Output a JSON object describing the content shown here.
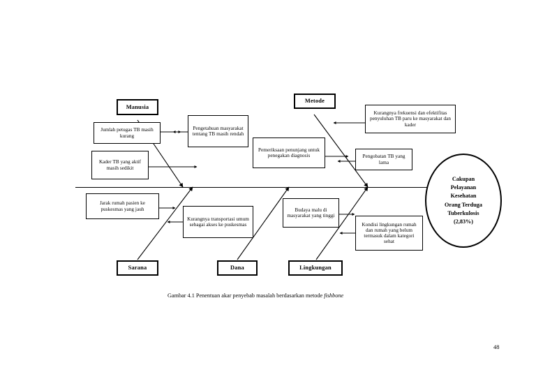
{
  "document": {
    "caption_prefix": "Gambar 4.1 Penentuan akar penyebab masalah berdasarkan metode ",
    "caption_italic": "fishbone",
    "page_number": "48"
  },
  "diagram": {
    "type": "fishbone",
    "effect": {
      "label": "Cakupan Pelayanan Kesehatan Orang Terduga Tuberkulosis (2,83%)",
      "lines": [
        "Cakupan",
        "Pelayanan",
        "Kesehatan",
        "Orang Terduga",
        "Tuberkulosis",
        "(2,83%)"
      ],
      "value": "2,83%"
    },
    "categories": [
      {
        "name": "manusia",
        "label": "Manusia",
        "position": "top",
        "causes": [
          {
            "name": "jumlah-petugas",
            "label": "Jumlah petugas TB masih kurang"
          },
          {
            "name": "pengetahuan-masyarakat",
            "label": "Pengetahuan masyarakat tentang TB masih rendah"
          },
          {
            "name": "kader-tb-aktif",
            "label": "Kader TB yang aktif masih sedikit"
          }
        ]
      },
      {
        "name": "metode",
        "label": "Metode",
        "position": "top",
        "causes": [
          {
            "name": "frekuensi-penyuluhan",
            "label": "Kurangnya frekuensi dan efektifitas penyuluhan TB paru ke masyarakat dan kader"
          },
          {
            "name": "pemeriksaan-penunjang",
            "label": "Pemeriksaan penunjang untuk penegakan diagnosis"
          },
          {
            "name": "pengobatan-lama",
            "label": "Pengobatan TB yang lama"
          }
        ]
      },
      {
        "name": "sarana",
        "label": "Sarana",
        "position": "bottom",
        "causes": [
          {
            "name": "jarak-rumah",
            "label": "Jarak rumah pasien ke puskesmas yang jauh"
          },
          {
            "name": "kurangnya-transportasi",
            "label": "Kurangnya transportasi umum sebagai akses ke puskesmas"
          }
        ]
      },
      {
        "name": "dana",
        "label": "Dana",
        "position": "bottom",
        "causes": [
          {
            "name": "budaya-malu",
            "label": "Budaya malu di masyarakat yang tinggi"
          }
        ]
      },
      {
        "name": "lingkungan",
        "label": "Lingkungan",
        "position": "bottom",
        "causes": [
          {
            "name": "kondisi-lingkungan-rumah",
            "label": "Kondisi lingkungan rumah dan rumah yang belum termasuk dalam kategori sehat"
          }
        ]
      }
    ]
  }
}
